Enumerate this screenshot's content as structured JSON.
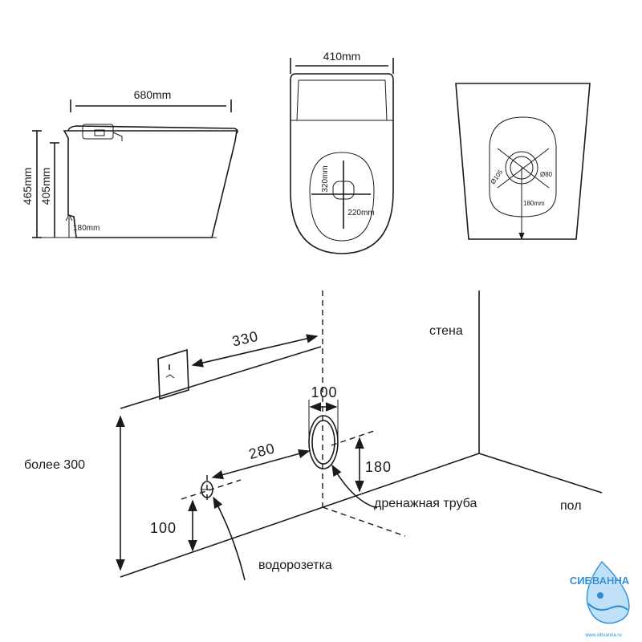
{
  "views": {
    "side": {
      "width_label": "680mm",
      "height_total_label": "465mm",
      "height_seat_label": "405mm",
      "outlet_label": "180mm"
    },
    "top": {
      "width_label": "410mm",
      "inner_v_label": "320mm",
      "inner_h_label": "220mm"
    },
    "bottom": {
      "dia_outer_label": "Ø105",
      "dia_inner_label": "Ø80",
      "offset_label": "180mm"
    }
  },
  "install": {
    "wall_label": "стена",
    "floor_label": "пол",
    "socket_to_axis": "330",
    "height_over": "более 300",
    "pipe_dia": "100",
    "water_to_pipe": "280",
    "pipe_height": "180",
    "water_height": "100",
    "drain_label": "дренажная труба",
    "water_label": "водорозетка"
  },
  "logo": {
    "brand": "СИБВАННА",
    "url": "www.sibvanna.ru"
  },
  "colors": {
    "ink": "#1a1a1a",
    "logo_blue": "#2e8fd6",
    "logo_light": "#bfe0f7"
  }
}
